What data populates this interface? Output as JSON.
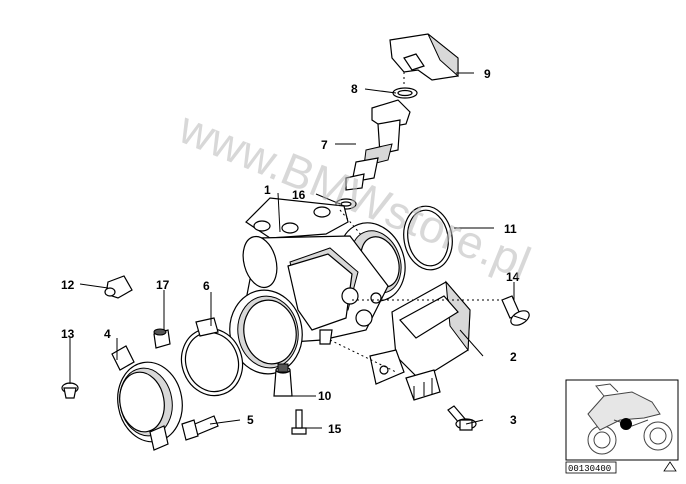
{
  "callouts": [
    {
      "id": "1",
      "label": "1"
    },
    {
      "id": "2",
      "label": "2"
    },
    {
      "id": "3",
      "label": "3"
    },
    {
      "id": "4",
      "label": "4"
    },
    {
      "id": "5",
      "label": "5"
    },
    {
      "id": "6",
      "label": "6"
    },
    {
      "id": "7",
      "label": "7"
    },
    {
      "id": "8",
      "label": "8"
    },
    {
      "id": "9",
      "label": "9"
    },
    {
      "id": "10",
      "label": "10"
    },
    {
      "id": "11",
      "label": "11"
    },
    {
      "id": "12",
      "label": "12"
    },
    {
      "id": "13",
      "label": "13"
    },
    {
      "id": "14",
      "label": "14"
    },
    {
      "id": "15",
      "label": "15"
    },
    {
      "id": "16",
      "label": "16"
    },
    {
      "id": "17",
      "label": "17"
    }
  ],
  "watermark": "www.BMWstore.pl",
  "catalog_number": "00130400",
  "colors": {
    "line": "#000000",
    "background": "#ffffff",
    "watermark": "#b8b8b8",
    "marker": "#000000"
  }
}
